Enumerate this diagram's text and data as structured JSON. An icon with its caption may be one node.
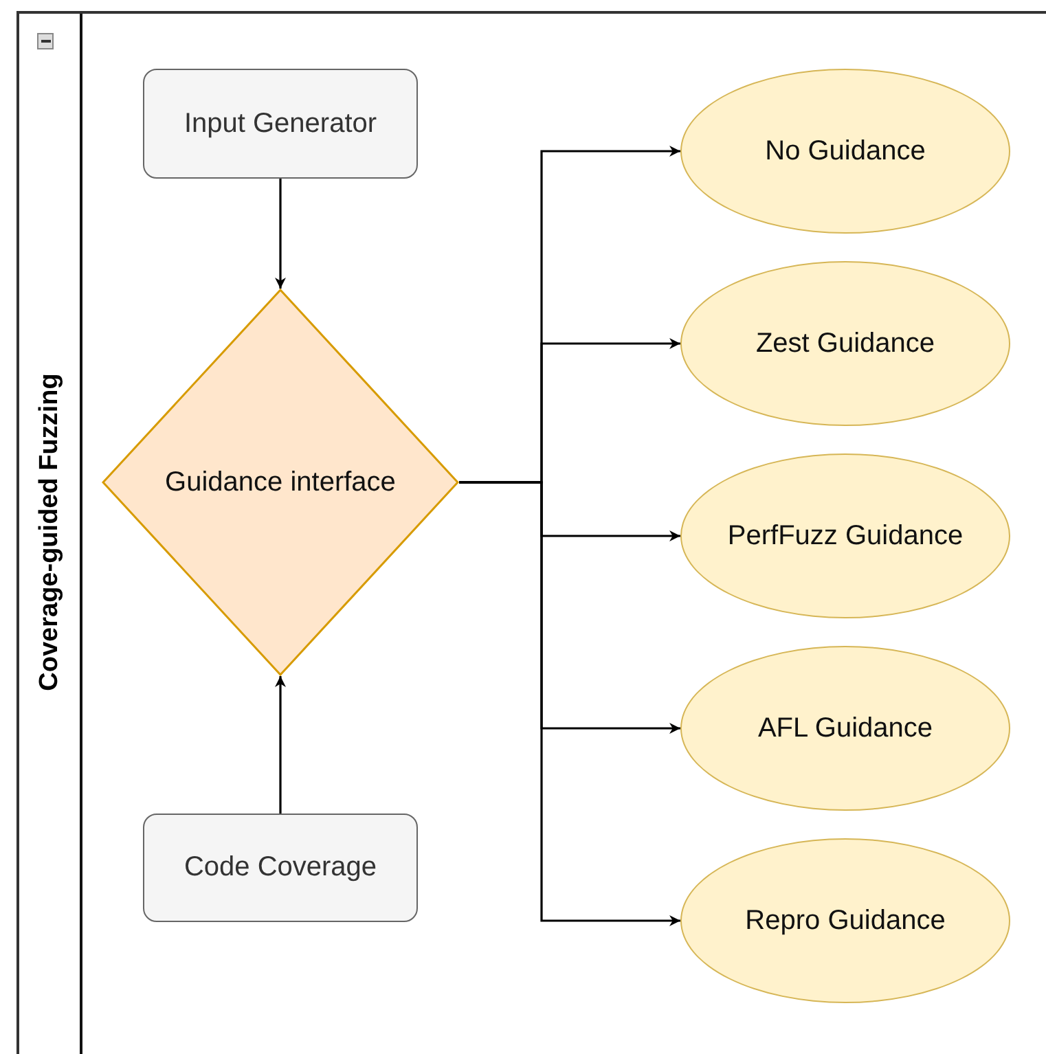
{
  "diagram": {
    "nodes": [
      {
        "text": [
          "Coverage-guided Fuzzing"
        ]
      },
      {
        "text": [
          "Input Generator"
        ],
        "in": 0
      },
      {
        "text": [
          "Guidance interface"
        ],
        "in": 0
      },
      {
        "text": [
          "Code Coverage"
        ],
        "in": 0
      },
      {
        "text": [
          "No Guidance"
        ],
        "in": 0
      },
      {
        "text": [
          "Zest Guidance"
        ],
        "in": 0
      },
      {
        "text": [
          "PerfFuzz Guidance"
        ],
        "in": 0
      },
      {
        "text": [
          "AFL Guidance"
        ],
        "in": 0
      },
      {
        "text": [
          "Repro Guidance"
        ],
        "in": 0
      }
    ],
    "edges": [
      {
        "from": 1,
        "to": 2,
        "arrow": "to"
      },
      {
        "from": 3,
        "to": 2,
        "arrow": "to"
      },
      {
        "from": 2,
        "to": 4,
        "arrow": "to"
      },
      {
        "from": 2,
        "to": 5,
        "arrow": "to"
      },
      {
        "from": 2,
        "to": 6,
        "arrow": "to"
      },
      {
        "from": 2,
        "to": 7,
        "arrow": "to"
      },
      {
        "from": 2,
        "to": 8,
        "arrow": "to"
      }
    ]
  }
}
